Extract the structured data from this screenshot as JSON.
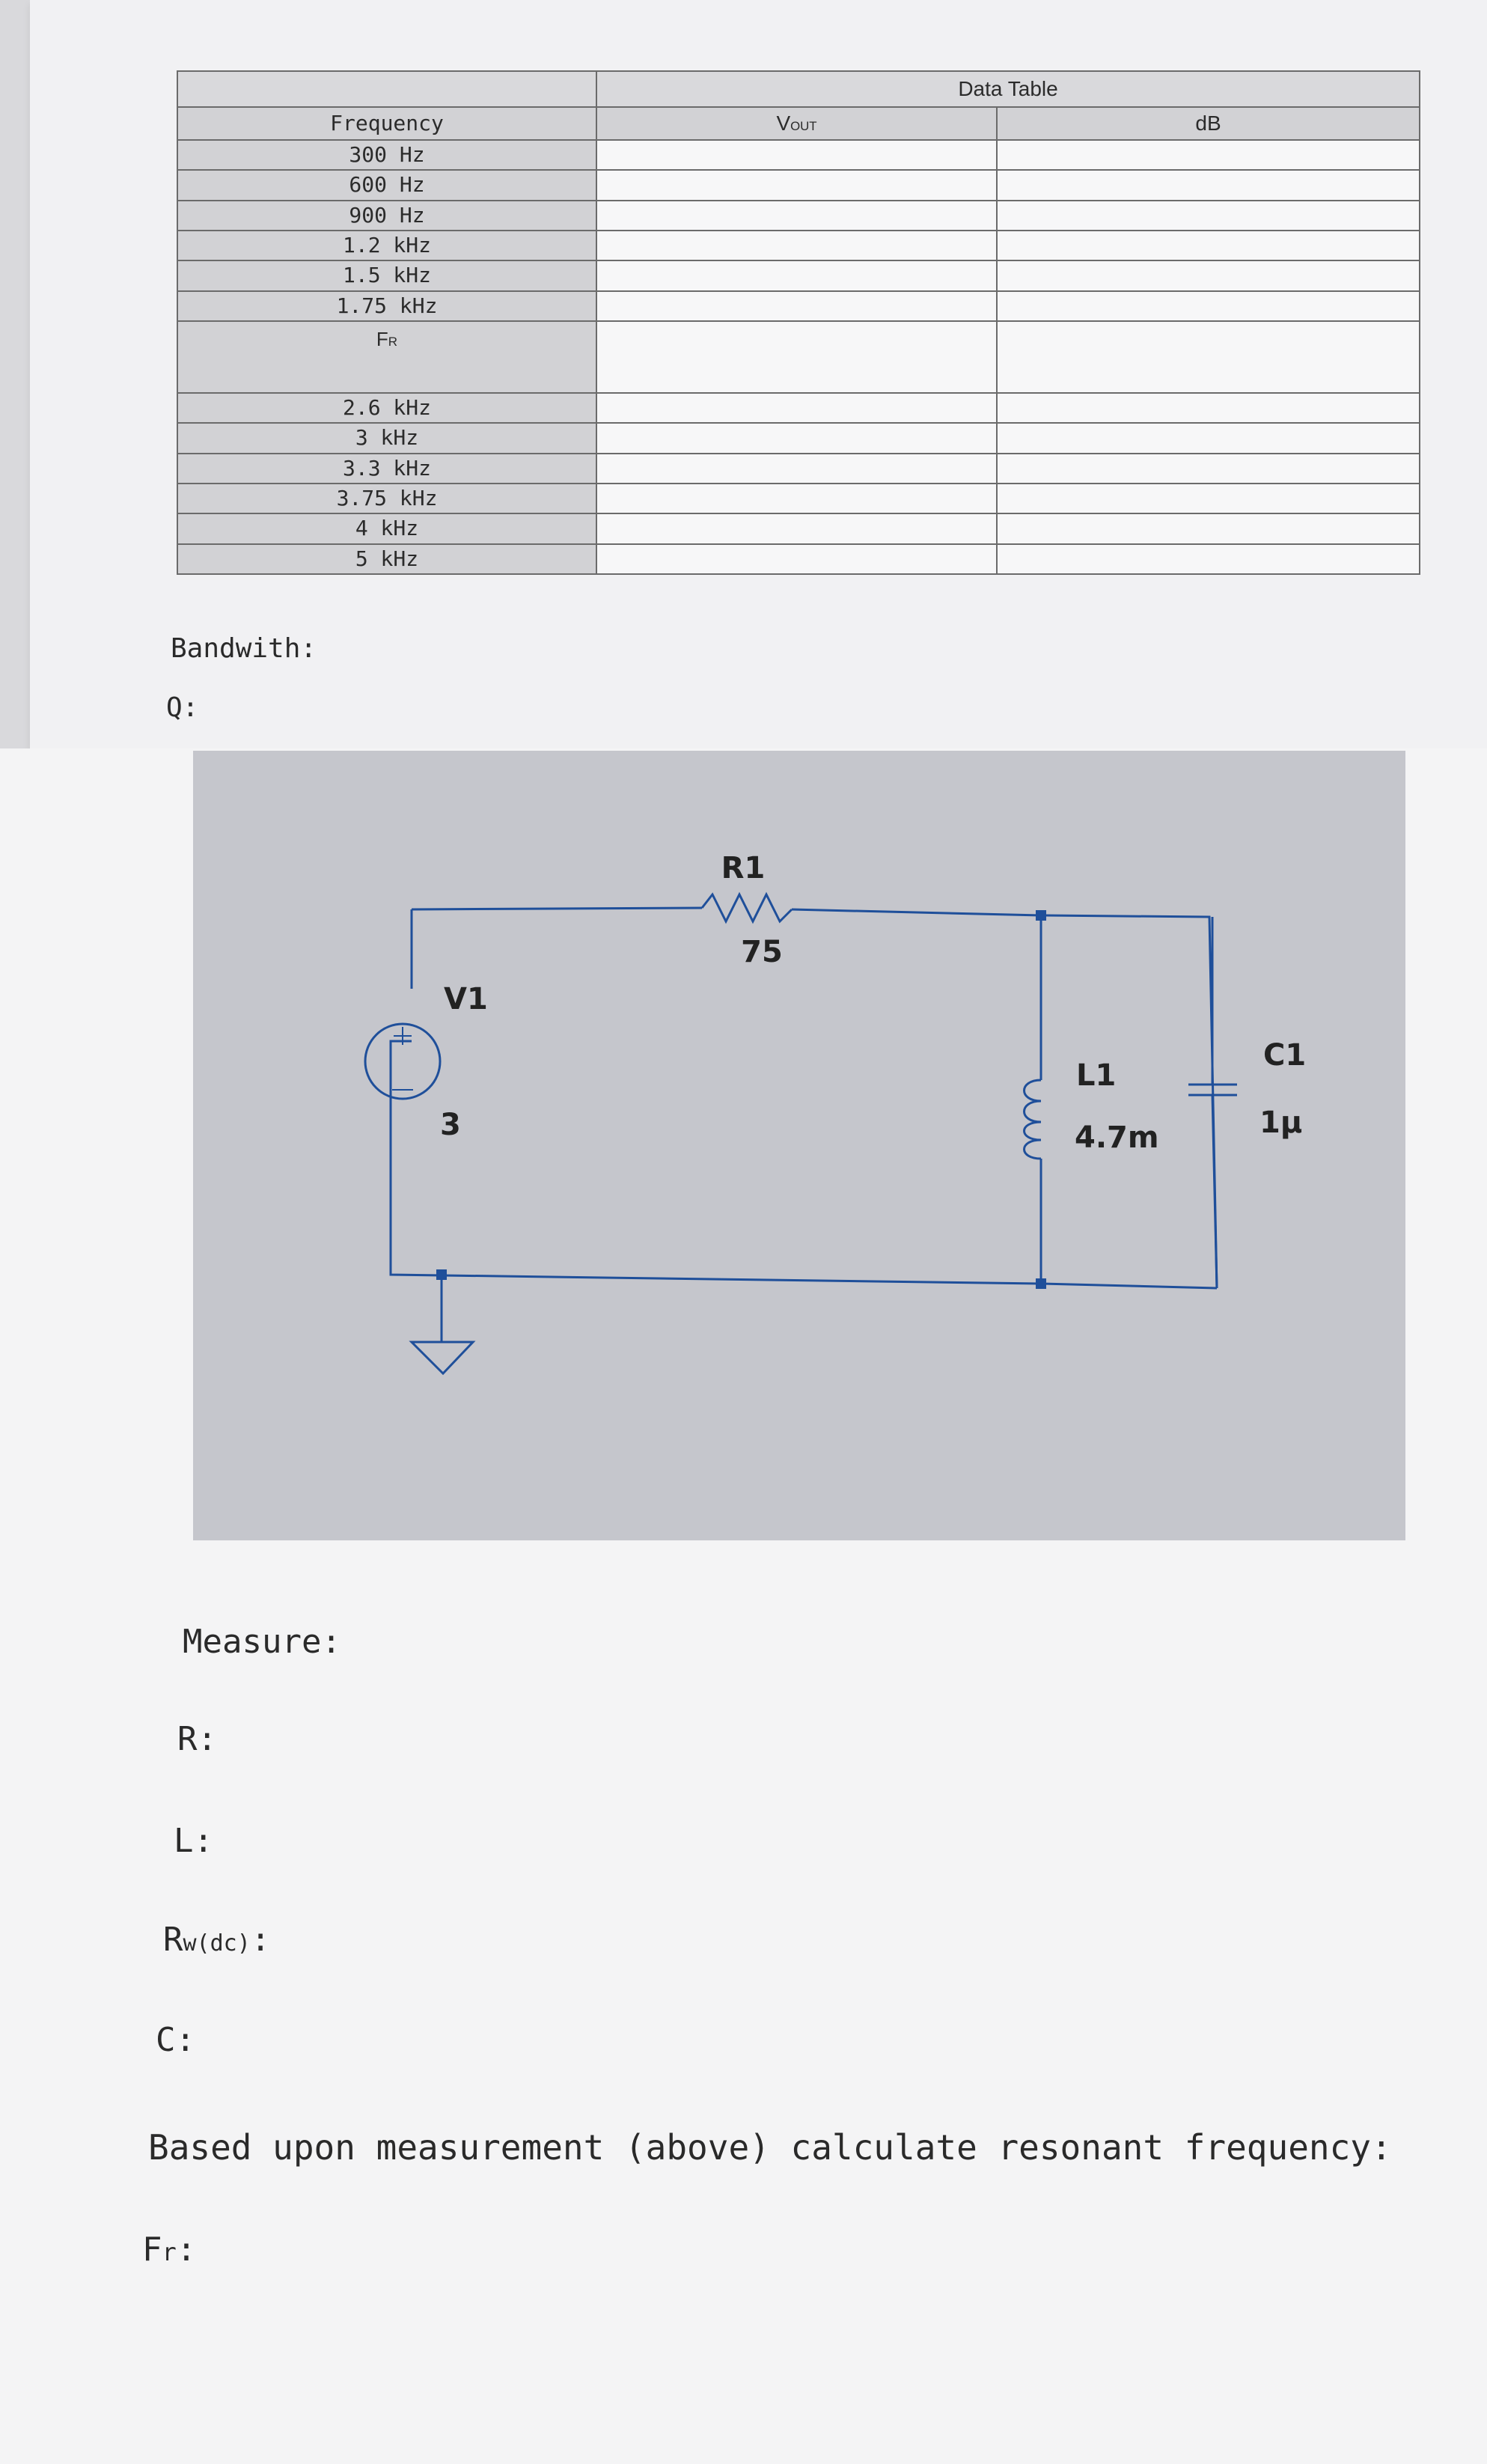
{
  "table": {
    "caption": "Data Table",
    "headers": {
      "frequency": "Frequency",
      "vout": "VOUT",
      "db": "dB"
    },
    "rows": [
      "300 Hz",
      "600 Hz",
      "900 Hz",
      "1.2 kHz",
      "1.5 kHz",
      "1.75 kHz",
      "FR",
      "2.6 kHz",
      "3 kHz",
      "3.3 kHz",
      "3.75 kHz",
      "4 kHz",
      "5 kHz"
    ]
  },
  "fields_top": {
    "bandwidth": "Bandwith:",
    "q": "Q:"
  },
  "schematic": {
    "r1_name": "R1",
    "r1_value": "75",
    "v1_name": "V1",
    "v1_value": "3",
    "l1_name": "L1",
    "l1_value": "4.7m",
    "c1_name": "C1",
    "c1_value": "1µ",
    "wire_color": "#1f4f9a",
    "background_color": "#c5c6cc"
  },
  "measure": {
    "title": "Measure:",
    "r": "R:",
    "l": "L:",
    "rw_main": "R",
    "rw_sub": "w(dc)",
    "rw_colon": ":",
    "c": "C:",
    "instruction": "Based upon measurement (above) calculate resonant frequency:",
    "fr_main": "F",
    "fr_sub": "r",
    "fr_colon": ":"
  }
}
